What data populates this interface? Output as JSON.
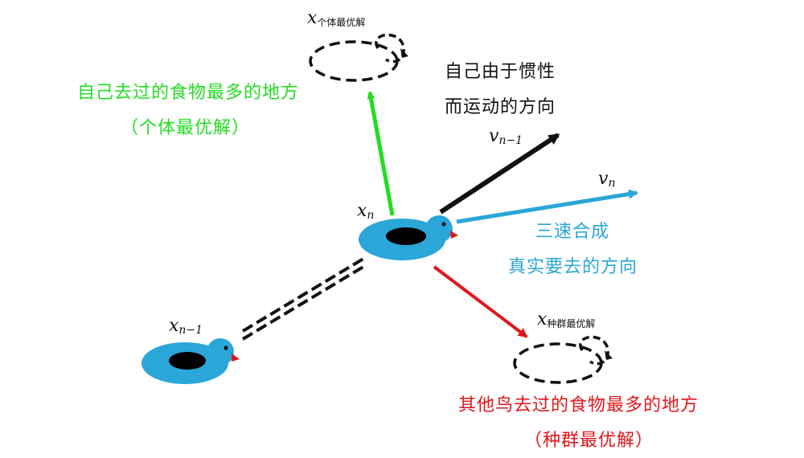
{
  "labels": {
    "personal_best_place": "自己去过的食物最多的地方",
    "personal_best_note": "（个体最优解）",
    "inertia_line1": "自己由于惯性",
    "inertia_line2": "而运动的方向",
    "combine_line1": "三速合成",
    "combine_line2": "真实要去的方向",
    "group_best_place": "其他鸟去过的食物最多的地方",
    "group_best_note": "（种群最优解）"
  },
  "symbols": {
    "x": "x",
    "v": "v",
    "sub_personal": "个体最优解",
    "sub_group": "种群最优解",
    "sub_n": "n",
    "sub_n_minus_1": "n−1"
  },
  "colors": {
    "bird_body": "#2aa6d8",
    "beak": "#e0161b",
    "personal_arrow": "#22dd22",
    "inertia_arrow": "#111111",
    "combined_arrow": "#2aa6d8",
    "group_arrow": "#e0161b"
  }
}
